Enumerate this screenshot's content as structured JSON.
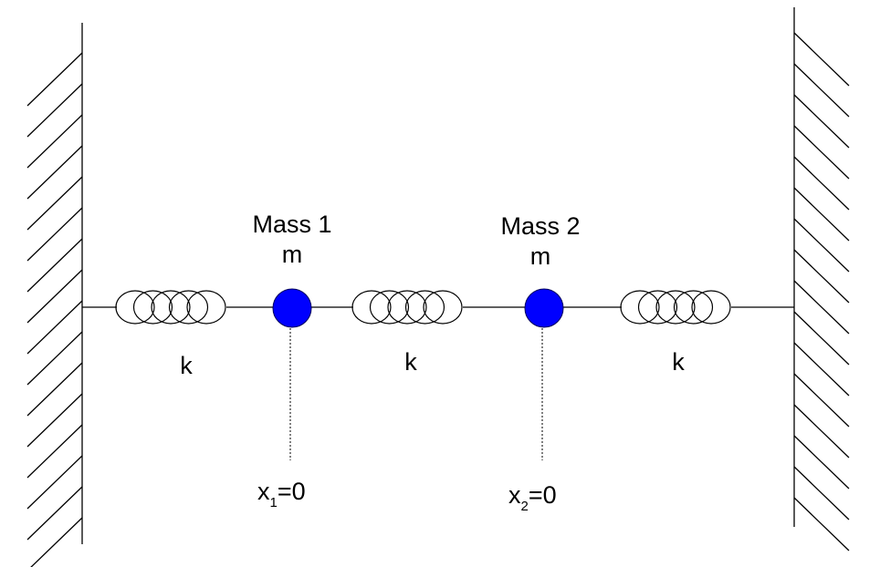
{
  "diagram": {
    "mass1": {
      "title": "Mass 1",
      "symbol": "m",
      "position_var": "x",
      "position_sub": "1",
      "position_value": "=0"
    },
    "mass2": {
      "title": "Mass 2",
      "symbol": "m",
      "position_var": "x",
      "position_sub": "2",
      "position_value": "=0"
    },
    "springs": [
      {
        "label": "k"
      },
      {
        "label": "k"
      },
      {
        "label": "k"
      }
    ],
    "colors": {
      "mass_fill": "#0000ff",
      "line": "#000000",
      "background": "#ffffff"
    },
    "icons": {
      "wall": "hatched-wall-icon",
      "spring": "coil-spring-icon",
      "mass": "filled-circle-icon"
    }
  }
}
